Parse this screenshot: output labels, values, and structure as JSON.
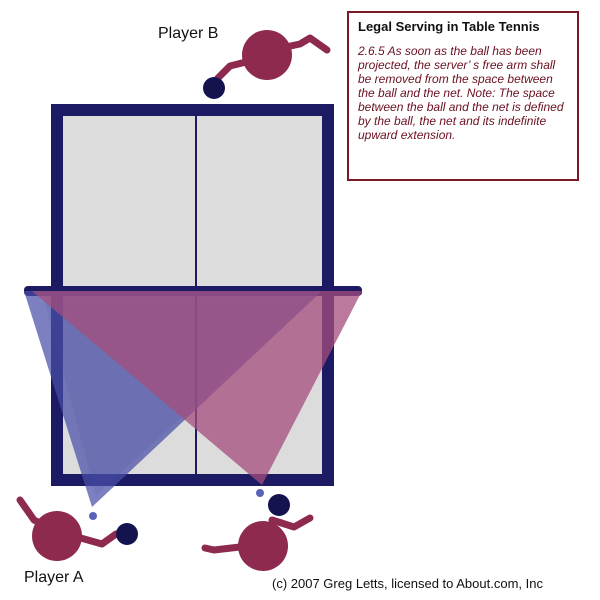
{
  "labels": {
    "player_b": "Player B",
    "player_a": "Player A",
    "credit": "(c) 2007 Greg Letts, licensed to About.com, Inc"
  },
  "rule": {
    "title": "Legal Serving in Table Tennis",
    "text": "2.6.5 As soon as the ball has been projected, the server’ s free arm shall be removed from the space between the ball and the net. Note: The space between the ball and the net is defined by the ball, the net and its indefinite upward extension."
  },
  "colors": {
    "table_border": "#1c1a63",
    "table_surface": "#dcdcdc",
    "player": "#8e2a4f",
    "ball": "#14124f",
    "blue_region": "#4a4fa8",
    "pink_region": "#a44d7c",
    "rule_border": "#7a1a26",
    "rule_text": "#6b1020"
  }
}
